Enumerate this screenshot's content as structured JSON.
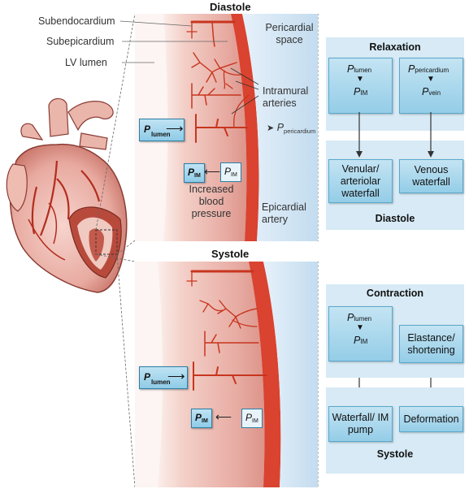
{
  "diastole_panel": {
    "title": "Diastole",
    "labels": {
      "subendocardium": "Subendocardium",
      "subepicardium": "Subepicardium",
      "lv_lumen": "LV lumen",
      "pericardial_space": "Pericardial space",
      "intramural_arteries": "Intramural arteries",
      "p_pericardium_main": "P",
      "p_pericardium_sub": "pericardium",
      "increased_bp": "Increased blood pressure",
      "epicardial_artery": "Epicardial artery"
    },
    "p_lumen": {
      "main": "P",
      "sub": "lumen"
    },
    "p_im_left": {
      "main": "P",
      "sub": "IM"
    },
    "p_im_right": {
      "main": "P",
      "sub": "IM"
    }
  },
  "systole_panel": {
    "title": "Systole",
    "p_lumen": {
      "main": "P",
      "sub": "lumen"
    },
    "p_im_left": {
      "main": "P",
      "sub": "IM"
    },
    "p_im_right": {
      "main": "P",
      "sub": "IM"
    }
  },
  "relaxation_flow": {
    "title": "Relaxation",
    "footer": "Diastole",
    "left_top": "P",
    "left_top_sub": "lumen",
    "left_bot": "P",
    "left_bot_sub": "IM",
    "right_top": "P",
    "right_top_sub": "pericardium",
    "right_bot": "P",
    "right_bot_sub": "vein",
    "left_result": "Venular/ arteriolar waterfall",
    "right_result": "Venous waterfall"
  },
  "contraction_flow": {
    "title": "Contraction",
    "footer": "Systole",
    "left_top": "P",
    "left_top_sub": "lumen",
    "left_bot": "P",
    "left_bot_sub": "IM",
    "right_box": "Elastance/ shortening",
    "left_result": "Waterfall/ IM pump",
    "right_result": "Deformation"
  },
  "colors": {
    "myocardium_light": "#f5d6cf",
    "myocardium_mid": "#e2a097",
    "epicardium_red": "#d9432f",
    "vessel_red": "#c8351f",
    "pericardial_blue": "#d4e7f5",
    "flow_panel": "#d7eaf5",
    "pbox_blue": "#8fcbe7"
  },
  "icons": [
    "heart-illustration",
    "arrow-right-icon",
    "arrow-left-icon",
    "arrow-down-icon"
  ]
}
